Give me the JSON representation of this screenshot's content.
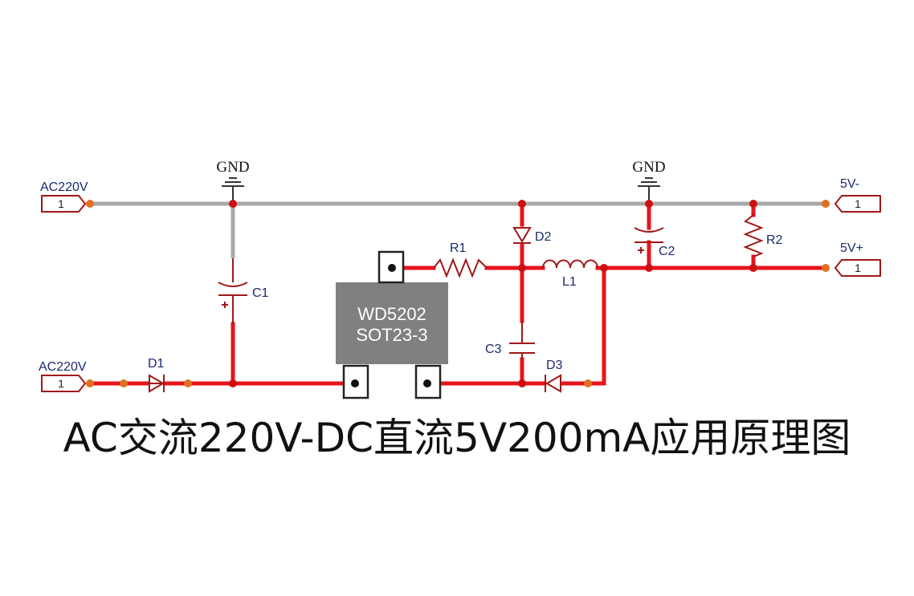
{
  "caption": "AC交流220V-DC直流5V200mA应用原理图",
  "chip": {
    "name": "WD5202",
    "package": "SOT23-3",
    "color": "#808080"
  },
  "ports": {
    "ac_top": {
      "label": "AC220V",
      "pin": "1"
    },
    "ac_bottom": {
      "label": "AC220V",
      "pin": "1"
    },
    "out_neg": {
      "label": "5V-",
      "pin": "1"
    },
    "out_pos": {
      "label": "5V+",
      "pin": "1"
    }
  },
  "grounds": {
    "left": "GND",
    "right": "GND"
  },
  "components": {
    "C1": "C1",
    "C2": "C2",
    "C3": "C3",
    "D1": "D1",
    "D2": "D2",
    "D3": "D3",
    "R1": "R1",
    "R2": "R2",
    "L1": "L1"
  },
  "colors": {
    "wire_active": "#e8141c",
    "wire_ground": "#a8a8a8",
    "component": "#a01818",
    "junction": "#cc1010",
    "pin_dot": "#e07020"
  }
}
